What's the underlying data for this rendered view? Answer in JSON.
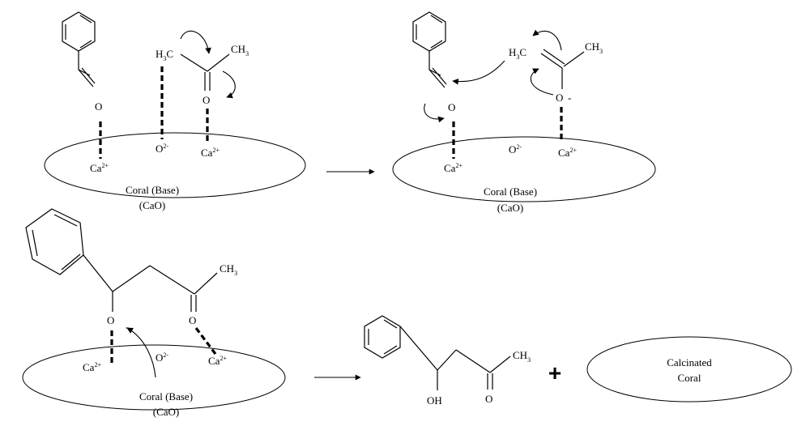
{
  "atoms": {
    "oxygen": "O",
    "h3c": "H",
    "h3c_sub": "3",
    "h3c_c": "C",
    "ch3": "CH",
    "ch3_sub": "3",
    "calcium": "Ca",
    "calcium_charge": "2+",
    "oxide": "O",
    "oxide_charge": "2-",
    "minus": "-",
    "oh": "OH"
  },
  "base_label": "Coral (Base)",
  "base_formula": "(CaO)",
  "product_surface": {
    "line1": "Calcinated",
    "line2": "Coral"
  },
  "plus_sign": "+",
  "colors": {
    "ink": "#000000",
    "background": "#ffffff"
  }
}
